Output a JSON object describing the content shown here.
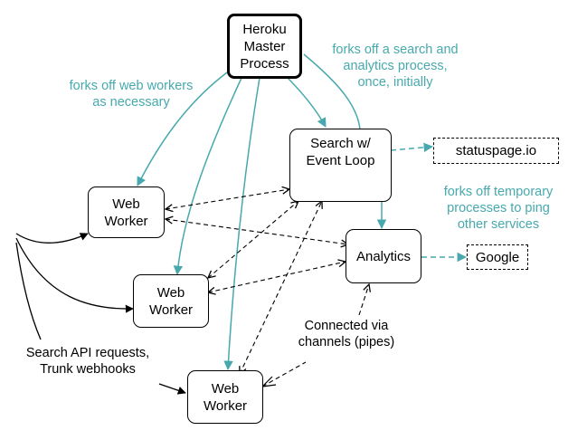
{
  "nodes": {
    "master": [
      "Heroku",
      "Master",
      "Process"
    ],
    "search": [
      "Search w/",
      "Event Loop"
    ],
    "worker1": [
      "Web",
      "Worker"
    ],
    "worker2": [
      "Web",
      "Worker"
    ],
    "worker3": [
      "Web",
      "Worker"
    ],
    "analytics": [
      "Analytics"
    ],
    "statuspage": [
      "statuspage.io"
    ],
    "google": [
      "Google"
    ]
  },
  "labels": {
    "forks_web_workers": [
      "forks off web workers",
      "as necessary"
    ],
    "forks_search": [
      "forks off a search and",
      "analytics process,",
      "once, initially"
    ],
    "forks_temp": [
      "forks off temporary",
      "processes to ping",
      "other services"
    ],
    "connected": [
      "Connected via",
      "channels (pipes)"
    ],
    "requests": [
      "Search API requests,",
      "Trunk webhooks"
    ]
  },
  "colors": {
    "teal": "#47a9ad",
    "black": "#000000"
  }
}
